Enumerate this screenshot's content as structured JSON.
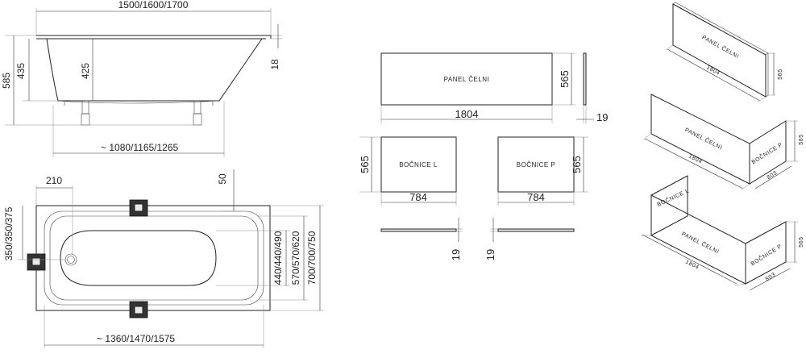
{
  "bath_side": {
    "overall_length": "1500/1600/1700",
    "inner_length": "1080/1165/1265",
    "total_height": "585",
    "height_outer": "435",
    "height_inner": "425",
    "rim": "18"
  },
  "bath_top": {
    "offset": "210",
    "rim": "50",
    "drain_width": "350/350/375",
    "inner_width": "440/440/490",
    "mid_width": "570/570/620",
    "outer_width": "700/700/750",
    "inner_length": "1360/1470/1575"
  },
  "panels": {
    "front_label": "PANEL ČELNI",
    "front_length": "1804",
    "front_height": "565",
    "front_thickness": "19",
    "side_l_label": "BOČNICE L",
    "side_p_label": "BOČNICE P",
    "side_width": "784",
    "side_height": "565",
    "side_thickness_l": "19",
    "side_thickness_p": "19"
  },
  "iso": {
    "front_label": "PANEL ČELNI",
    "front_length": "1804",
    "height": "565",
    "side_p_label": "BOČNICE P",
    "side_l_label": "BOČNICE L",
    "side_depth": "803"
  }
}
